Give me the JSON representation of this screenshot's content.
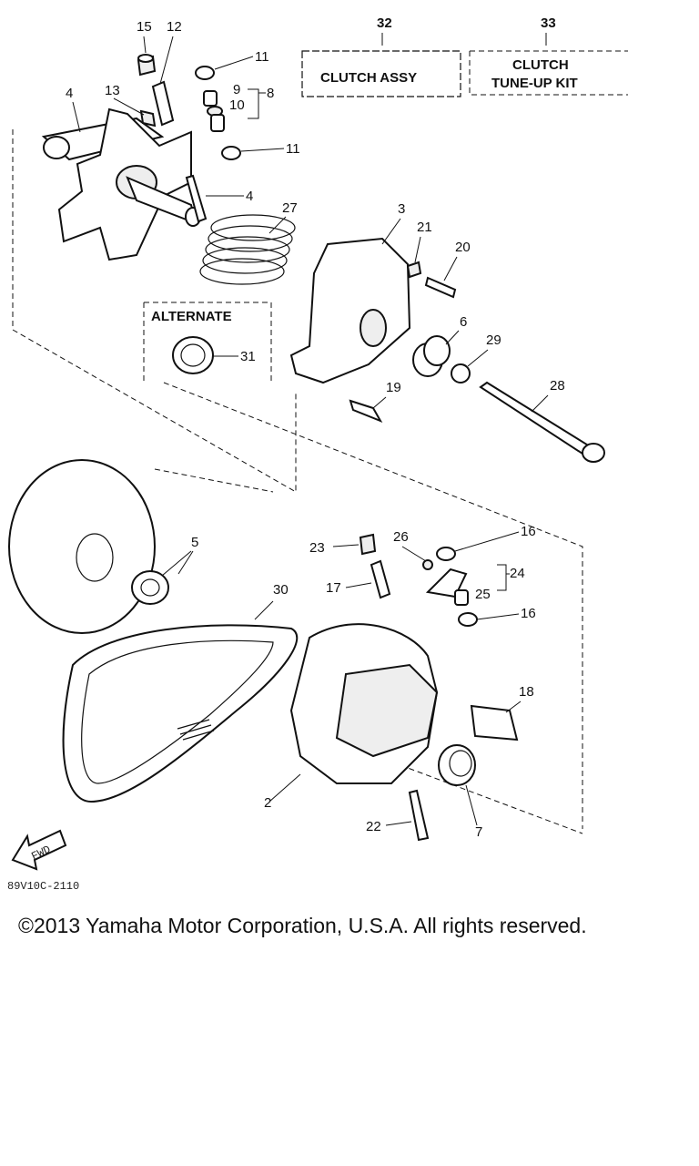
{
  "boxes": {
    "clutch_assy": {
      "number": "32",
      "label": "CLUTCH ASSY"
    },
    "tune_up_kit": {
      "number": "33",
      "label_line1": "CLUTCH",
      "label_line2": "TUNE-UP KIT"
    }
  },
  "alternate_label": "ALTERNATE",
  "part_numbers": [
    "15",
    "12",
    "11",
    "9",
    "10",
    "8",
    "13",
    "4",
    "11",
    "4",
    "27",
    "3",
    "21",
    "20",
    "31",
    "6",
    "29",
    "19",
    "28",
    "5",
    "23",
    "26",
    "16",
    "24",
    "17",
    "25",
    "16",
    "30",
    "18",
    "2",
    "22",
    "7"
  ],
  "fwd_label": "FWD",
  "diagram_code": "89V10C-2110",
  "copyright": "©2013 Yamaha Motor Corporation, U.S.A. All rights reserved."
}
